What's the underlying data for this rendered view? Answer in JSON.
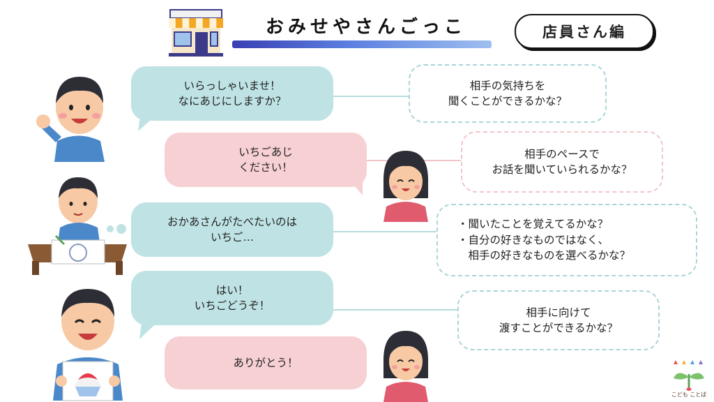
{
  "header": {
    "title": "おみせやさんごっこ",
    "badge": "店員さん編",
    "shop_icon": "shop-icon"
  },
  "dialogue": [
    {
      "speaker": "boy-customer",
      "text": "いらっしゃいませ！\nなにあじにしますか？"
    },
    {
      "speaker": "girl",
      "text": "いちごあじ\nください！"
    },
    {
      "speaker": "boy-thinking",
      "text": "おかあさんがたべたいのは\nいちご…"
    },
    {
      "speaker": "boy-serving",
      "text": "はい！\nいちごどうぞ！"
    },
    {
      "speaker": "girl",
      "text": "ありがとう！"
    }
  ],
  "notes": [
    {
      "text": "相手の気持ちを\n聞くことができるかな？"
    },
    {
      "text": "相手のペースで\nお話を聞いていられるかな？"
    },
    {
      "text": "・聞いたことを覚えてるかな？\n・自分の好きなものではなく、\n　相手の好きなものを選べるかな？"
    },
    {
      "text": "相手に向けて\n渡すことができるかな？"
    }
  ],
  "logo": {
    "text": "こども ことば"
  },
  "colors": {
    "blue_bubble": "#bfe3e4",
    "pink_bubble": "#f7d0d3",
    "title_bar": "#3a3fb3"
  }
}
